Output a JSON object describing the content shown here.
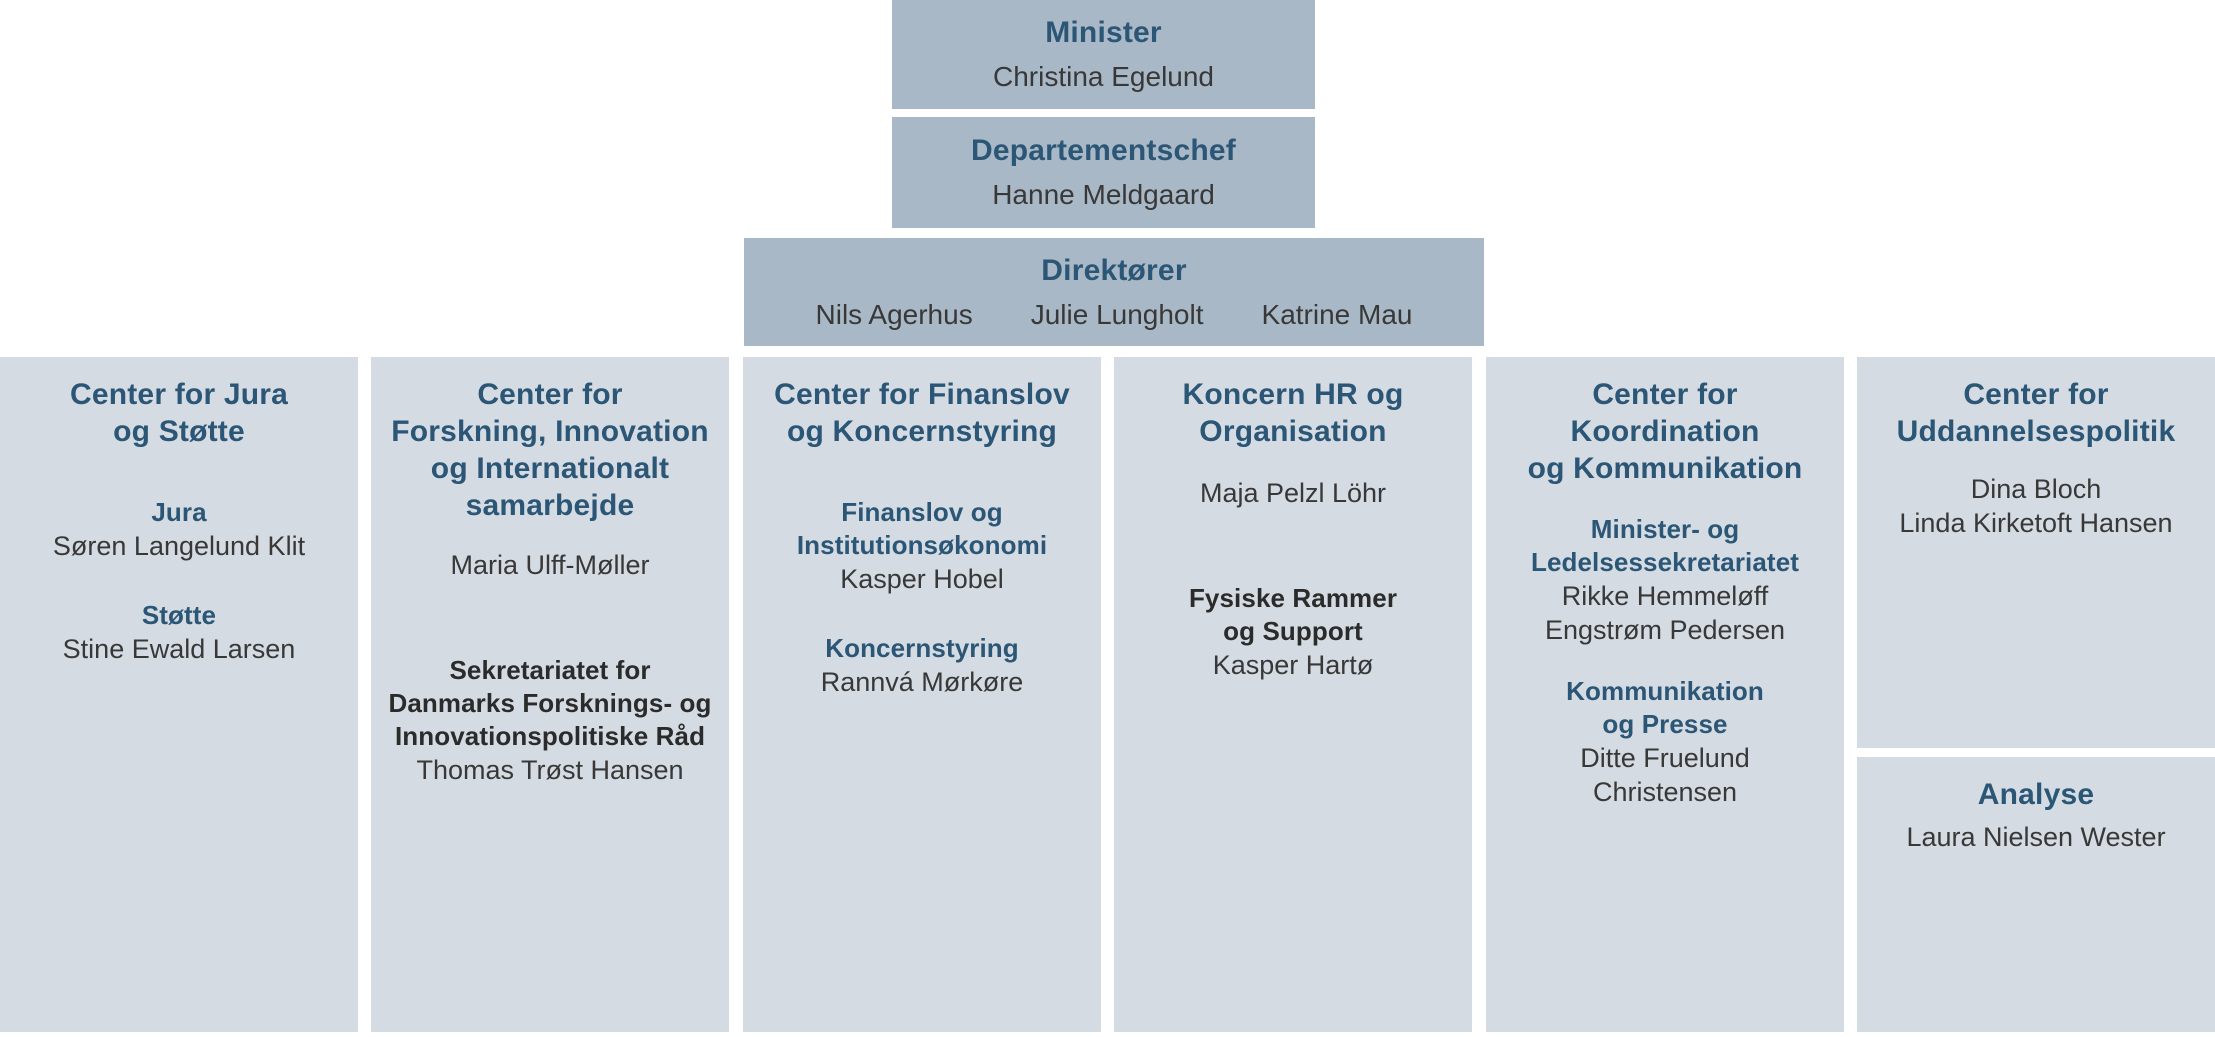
{
  "palette": {
    "top_box_bg": "#a9b8c6",
    "column_box_bg": "#d5dbe2",
    "heading_blue": "#2b5676",
    "heading_dark": "#2b2b2b",
    "text_dark": "#383838"
  },
  "leadership": {
    "minister": {
      "title": "Minister",
      "name": "Christina Egelund"
    },
    "departementschef": {
      "title": "Departementschef",
      "name": "Hanne Meldgaard"
    },
    "direktoerer": {
      "title": "Direktører",
      "names": [
        "Nils Agerhus",
        "Julie Lungholt",
        "Katrine Mau"
      ]
    }
  },
  "columns": [
    {
      "title": "Center for Jura\nog Støtte",
      "sections": [
        {
          "heading": "Jura",
          "style": "blue",
          "name": "Søren Langelund Klit"
        },
        {
          "heading": "Støtte",
          "style": "blue",
          "name": "Stine Ewald Larsen"
        }
      ]
    },
    {
      "title": "Center for\nForskning, Innovation\nog Internationalt\nsamarbejde",
      "director": "Maria Ulff-Møller",
      "sections": [
        {
          "heading": "Sekretariatet for\nDanmarks Forsknings- og\nInnovationspolitiske Råd",
          "style": "dark",
          "name": "Thomas Trøst Hansen"
        }
      ]
    },
    {
      "title": "Center for Finanslov\nog Koncernstyring",
      "sections": [
        {
          "heading": "Finanslov og\nInstitutionsøkonomi",
          "style": "blue",
          "name": "Kasper Hobel"
        },
        {
          "heading": "Koncernstyring",
          "style": "blue",
          "name": "Rannvá Mørkøre"
        }
      ]
    },
    {
      "title": "Koncern HR og\nOrganisation",
      "director": "Maja Pelzl Löhr",
      "sections": [
        {
          "heading": "Fysiske Rammer\nog Support",
          "style": "dark",
          "name": "Kasper Hartø"
        }
      ]
    },
    {
      "title": "Center for\nKoordination\nog Kommunikation",
      "sections": [
        {
          "heading": "Minister- og\nLedelsessekretariatet",
          "style": "blue",
          "name": "Rikke Hemmeløff\nEngstrøm Pedersen"
        },
        {
          "heading": "Kommunikation\nog Presse",
          "style": "blue",
          "name": "Ditte Fruelund\nChristensen"
        }
      ]
    },
    {
      "title": "Center for\nUddannelsespolitik",
      "names": [
        "Dina Bloch",
        "Linda Kirketoft Hansen"
      ]
    }
  ],
  "analyse_box": {
    "title": "Analyse",
    "name": "Laura Nielsen Wester"
  }
}
